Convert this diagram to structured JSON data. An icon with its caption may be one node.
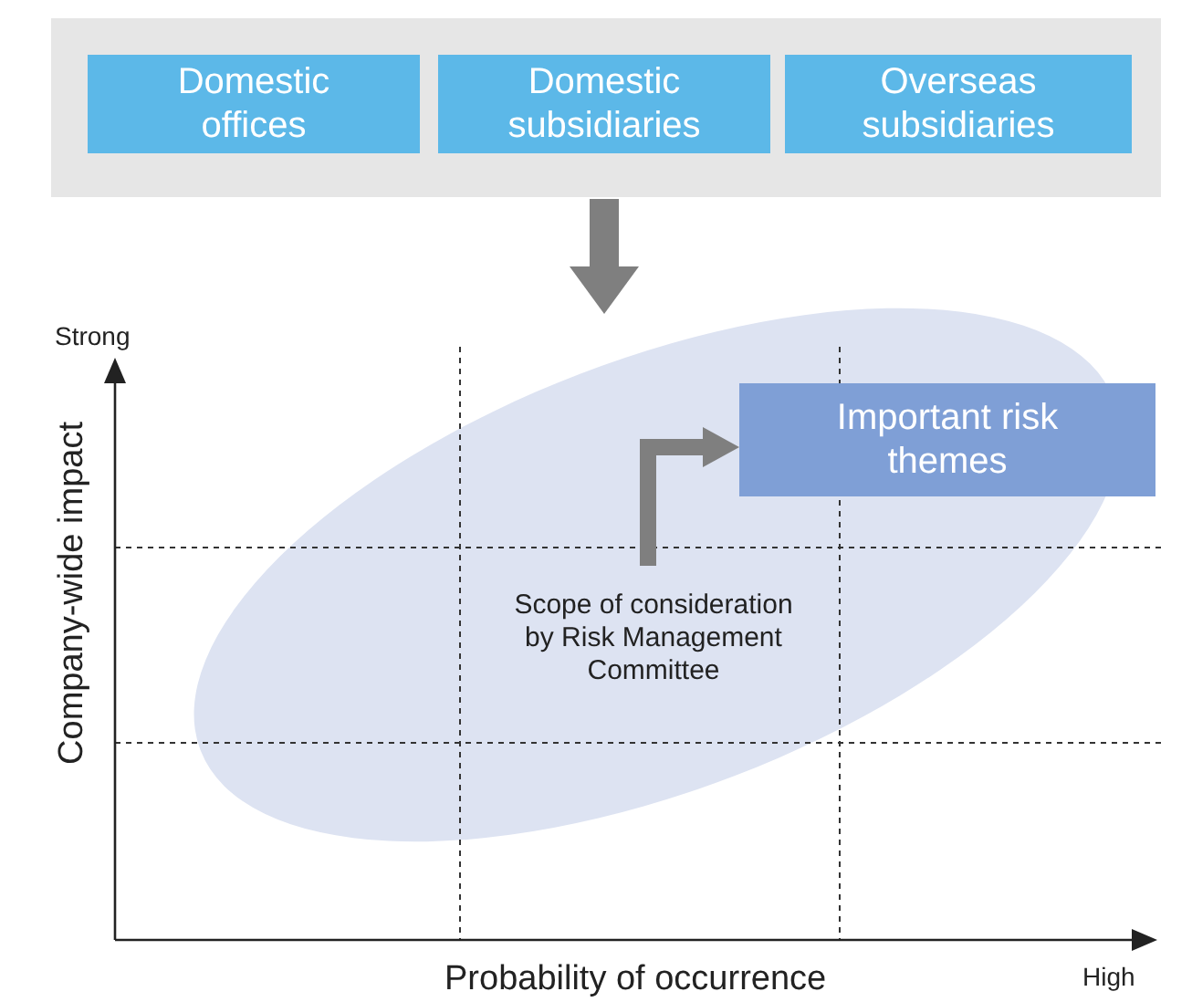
{
  "diagram": {
    "nodes": [
      {
        "text": [],
        "shape": "box"
      },
      {
        "text": [
          "Domestic offices"
        ],
        "in": 0
      },
      {
        "text": [
          "Domestic subsidiaries"
        ],
        "in": 0
      },
      {
        "text": [
          "Overseas subsidiaries"
        ],
        "in": 0
      },
      {
        "text": [
          "Scope of consideration by Risk Management Committee"
        ]
      },
      {
        "text": [
          "Important risk themes"
        ]
      }
    ],
    "edges": [
      {
        "from": 0,
        "to": 4,
        "arrow": "to"
      },
      {
        "from": 4,
        "to": 5,
        "arrow": "to"
      }
    ],
    "labels": [
      "Strong",
      "Company-wide impact",
      "Probability of occurrence",
      "High"
    ]
  }
}
